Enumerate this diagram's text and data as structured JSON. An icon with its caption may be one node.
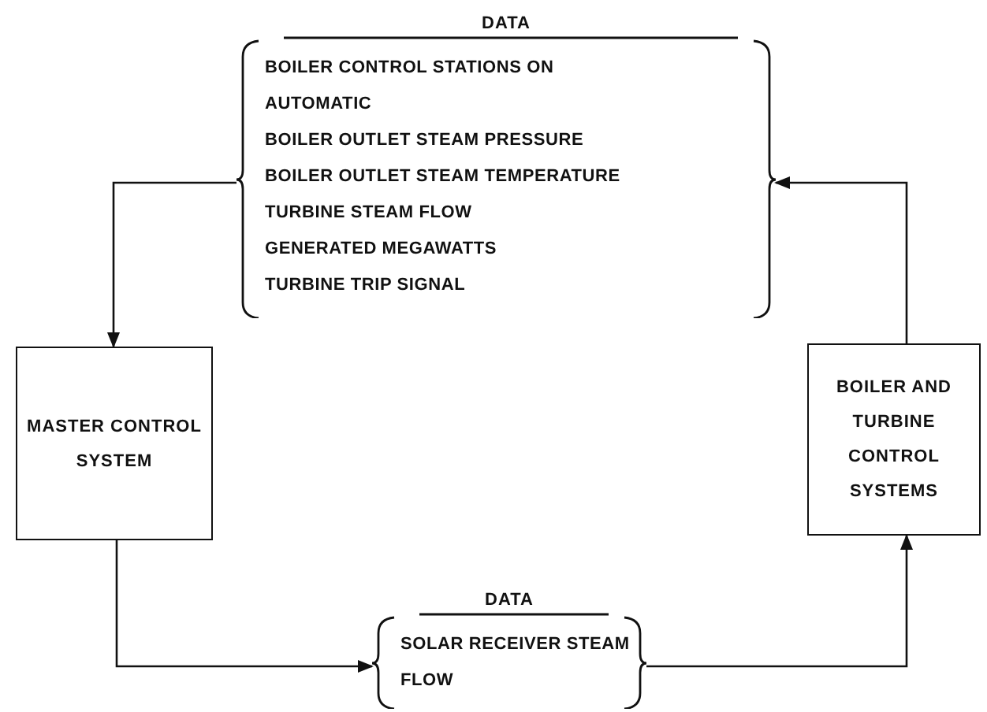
{
  "diagram": {
    "nodes": [
      {
        "text": [
          "DATA",
          "BOILER CONTROL STATIONS ON AUTOMATIC",
          "BOILER OUTLET STEAM PRESSURE",
          "BOILER OUTLET STEAM TEMPERATURE",
          "TURBINE STEAM FLOW",
          "GENERATED MEGAWATTS",
          "TURBINE TRIP SIGNAL"
        ]
      },
      {
        "text": [
          "MASTER CONTROL SYSTEM"
        ]
      },
      {
        "text": [
          "DATA",
          "SOLAR RECEIVER STEAM FLOW"
        ]
      },
      {
        "text": [
          "BOILER AND TURBINE CONTROL SYSTEMS"
        ]
      }
    ],
    "edges": [
      {
        "from": 0,
        "to": 1,
        "arrow": "to"
      },
      {
        "from": 1,
        "to": 2,
        "arrow": "to"
      },
      {
        "from": 2,
        "to": 3,
        "arrow": "to"
      },
      {
        "from": 3,
        "to": 0,
        "arrow": "to"
      }
    ]
  }
}
